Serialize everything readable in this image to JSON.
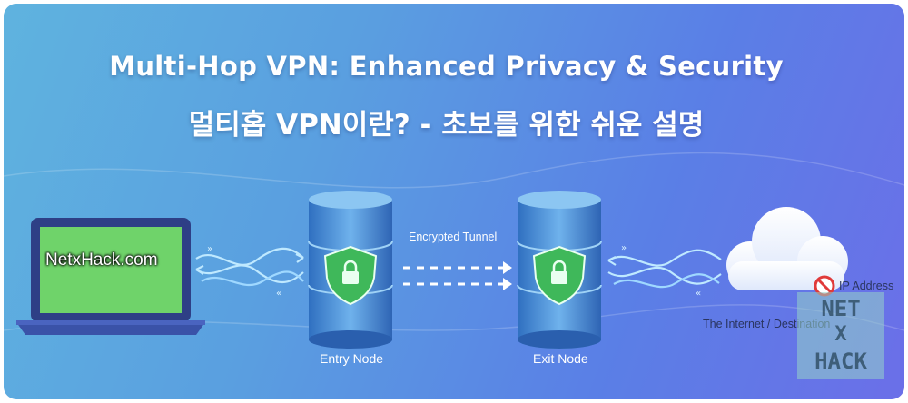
{
  "title_en": "Multi-Hop VPN: Enhanced Privacy & Security",
  "title_ko": "멀티홉 VPN이란? - 초보를 위한 쉬운 설명",
  "site_watermark": "NetxHack.com",
  "labels": {
    "tunnel": "Encrypted Tunnel",
    "entry_node": "Entry Node",
    "exit_node": "Exit Node",
    "ip_address": "IP Address",
    "destination": "The Internet / Destination"
  },
  "logo_watermark": [
    "NET",
    "X",
    "HACK"
  ],
  "icons": [
    "laptop-icon",
    "server-icon",
    "shield-lock-icon",
    "cloud-icon",
    "no-sign-icon"
  ],
  "colors": {
    "shield": "#3fb85a",
    "server": "#4f8fd6",
    "no_sign": "#e03a3a",
    "laptop_screen": "#6fd36a"
  }
}
